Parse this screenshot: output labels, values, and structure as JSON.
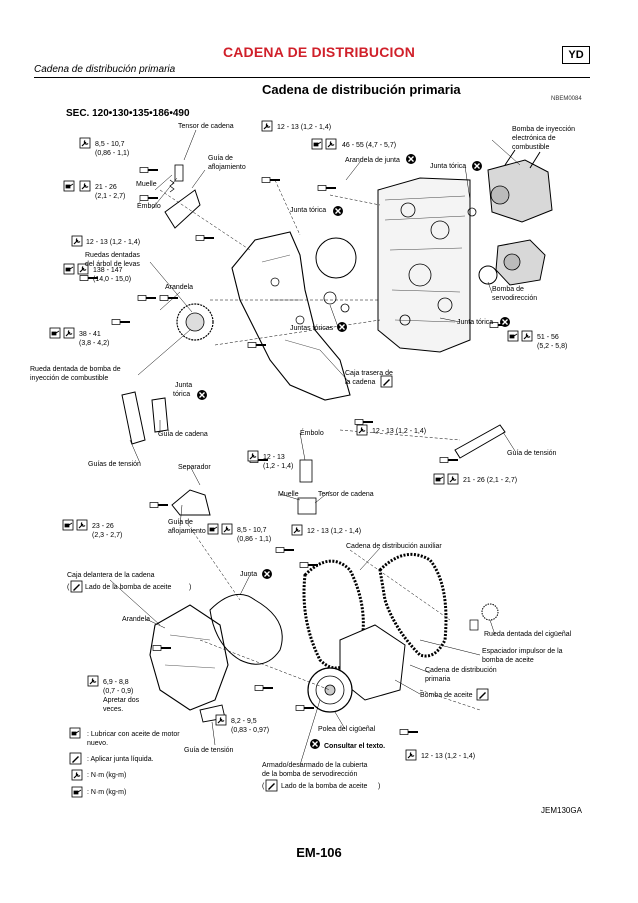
{
  "header": {
    "title": "CADENA DE DISTRIBUCION",
    "code": "YD",
    "subtitle": "Cadena de distribución primaria"
  },
  "section_title": "Cadena de distribución primaria",
  "ref_code": "NBEM0084",
  "sec_ref": "SEC. 120•130•135•186•490",
  "torques": [
    {
      "id": "t1",
      "l1": "8,5 - 10,7",
      "l2": "(0,86 - 1,1)"
    },
    {
      "id": "t2",
      "l1": "21 - 26",
      "l2": "(2,1 - 2,7)"
    },
    {
      "id": "t3",
      "l1": "12 - 13 (1,2 - 1,4)",
      "l2": ""
    },
    {
      "id": "t4",
      "l1": "138 - 147",
      "l2": "(14,0 - 15,0)"
    },
    {
      "id": "t5",
      "l1": "38 - 41",
      "l2": "(3,8 - 4,2)"
    },
    {
      "id": "t6",
      "l1": "12 - 13 (1,2 - 1,4)",
      "l2": ""
    },
    {
      "id": "t7",
      "l1": "46 - 55 (4,7 - 5,7)",
      "l2": ""
    },
    {
      "id": "t8",
      "l1": "51 - 56",
      "l2": "(5,2 - 5,8)"
    },
    {
      "id": "t9",
      "l1": "12 - 13 (1,2 - 1,4)",
      "l2": ""
    },
    {
      "id": "t10",
      "l1": "12 - 13",
      "l2": "(1,2 - 1,4)"
    },
    {
      "id": "t11",
      "l1": "21 - 26 (2,1 - 2,7)",
      "l2": ""
    },
    {
      "id": "t12",
      "l1": "23 - 26",
      "l2": "(2,3 - 2,7)"
    },
    {
      "id": "t13",
      "l1": "8,5 - 10,7",
      "l2": "(0,86 - 1,1)"
    },
    {
      "id": "t14",
      "l1": "12 - 13 (1,2 - 1,4)",
      "l2": ""
    },
    {
      "id": "t15",
      "l1": "6,9 - 8,8",
      "l2": "(0,7 - 0,9)",
      "l3": "Apretar dos",
      "l4": "veces."
    },
    {
      "id": "t16",
      "l1": "8,2 - 9,5",
      "l2": "(0,83 - 0,97)"
    },
    {
      "id": "t17",
      "l1": "12 - 13 (1,2 - 1,4)",
      "l2": ""
    }
  ],
  "labels": {
    "tensor_cadena_top": "Tensor de cadena",
    "guia_aflojamiento_top": "Guía de",
    "guia_aflojamiento_top2": "aflojamiento",
    "muelle_top": "Muelle",
    "embolo_top": "Émbolo",
    "ruedas_dentadas1": "Ruedas dentadas",
    "ruedas_dentadas2": "del árbol de levas",
    "arandela_mid": "Arandela",
    "rueda_bomba1": "Rueda dentada de bomba de",
    "rueda_bomba2": "inyección de combustible",
    "junta_torica_left1": "Junta",
    "junta_torica_left2": "tórica",
    "guia_cadena": "Guía de cadena",
    "guias_tension": "Guías de tensión",
    "separador": "Separador",
    "guia_aflojamiento_bot": "Guía de",
    "guia_aflojamiento_bot2": "aflojamiento",
    "arandela_junta": "Arandela de junta",
    "junta_torica_top": "Junta tórica",
    "junta_torica_r1": "Junta tórica",
    "bomba_inyeccion1": "Bomba de inyección",
    "bomba_inyeccion2": "electrónica de",
    "bomba_inyeccion3": "combustible",
    "bomba_servo1": "Bomba de",
    "bomba_servo2": "servodirección",
    "juntas_toricas": "Juntas tóricas",
    "junta_torica_r2": "Junta tórica",
    "caja_trasera1": "Caja trasera de",
    "caja_trasera2": "la cadena",
    "embolo_mid": "Émbolo",
    "guia_tension_r": "Guía de tensión",
    "muelle_mid": "Muelle",
    "tensor_cadena_mid": "Tensor de cadena",
    "cadena_aux": "Cadena de distribución auxiliar",
    "caja_delantera1": "Caja delantera de la cadena",
    "caja_delantera2": "Lado de la bomba de aceite",
    "junta_bot": "Junta",
    "arandela_bot": "Arandela",
    "rueda_cigueñal": "Rueda dentada del cigüeñal",
    "espaciador1": "Espaciador impulsor de la",
    "espaciador2": "bomba de aceite",
    "cadena_primaria1": "Cadena de distribución",
    "cadena_primaria2": "primaria",
    "bomba_aceite": "Bomba de aceite",
    "polea_cigueñal": "Polea del cigüeñal",
    "consultar": "Consultar el texto.",
    "guia_tension_bot": "Guía de tensión",
    "armado1": "Armado/desarmado de la cubierta",
    "armado2": "de la bomba de servodirección",
    "armado3": "Lado de la bomba de aceite"
  },
  "legend": [
    {
      "id": "lg1",
      "text": ": Lubricar con aceite de motor",
      "text2": "nuevo."
    },
    {
      "id": "lg2",
      "text": ": Aplicar junta líquida."
    },
    {
      "id": "lg3",
      "text": ": N·m (kg-m)"
    },
    {
      "id": "lg4",
      "text": ": N·m (kg-m)"
    }
  ],
  "figure_code": "JEM130GA",
  "page_number": "EM-106"
}
